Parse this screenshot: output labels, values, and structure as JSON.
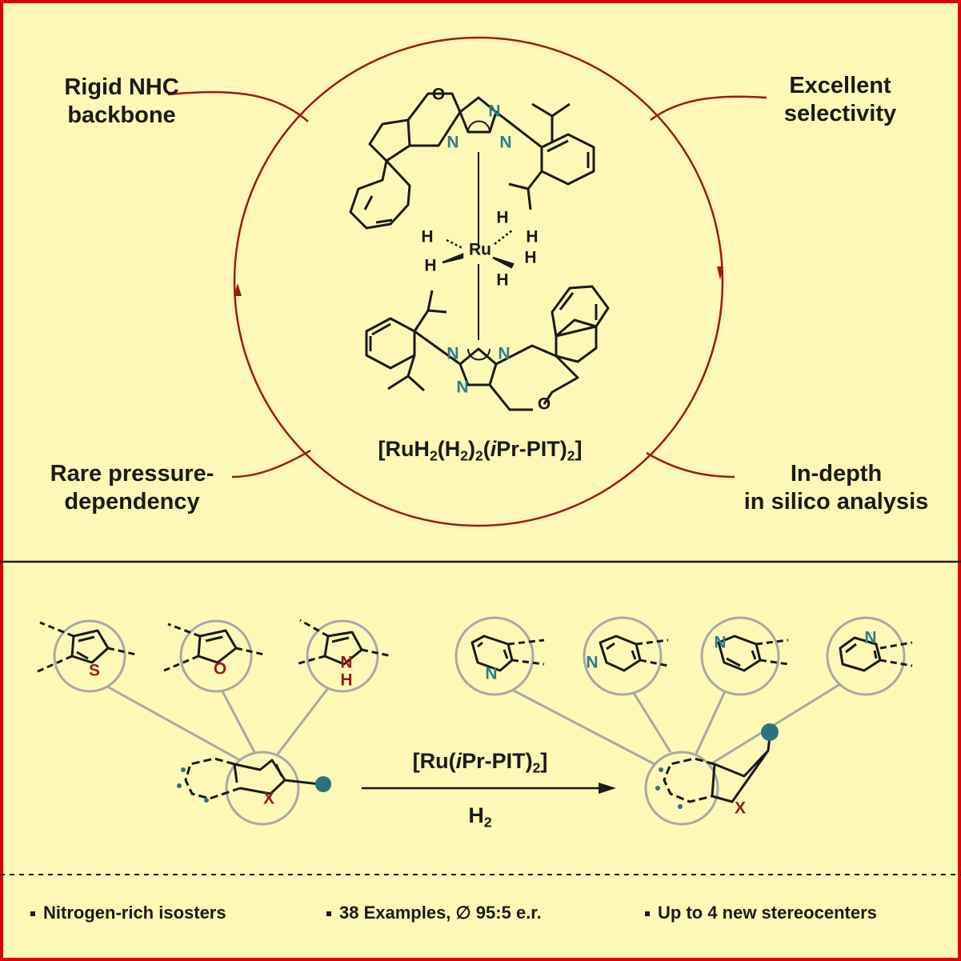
{
  "cycle": {
    "top_left": [
      "Rigid NHC",
      "backbone"
    ],
    "top_right": [
      "Excellent",
      "selectivity"
    ],
    "bottom_left": [
      "Rare pressure-",
      "dependency"
    ],
    "bottom_right": [
      "In-depth",
      "in silico analysis"
    ]
  },
  "complex": {
    "formula_main": "[RuH",
    "formula_sub1": "2",
    "formula_mid1": "(H",
    "formula_sub2": "2",
    "formula_mid2": ")",
    "formula_sub3": "2",
    "formula_mid3": "(",
    "formula_italic": "i",
    "formula_mid4": "Pr-PIT)",
    "formula_sub4": "2",
    "formula_end": "]"
  },
  "atoms": {
    "N": "N",
    "O": "O",
    "H": "H",
    "Ru": "Ru",
    "S": "S",
    "NH_N": "N",
    "NH_H": "H",
    "X": "X"
  },
  "reaction": {
    "catalyst_pre": "[Ru(",
    "catalyst_italic": "i",
    "catalyst_mid": "Pr-PIT)",
    "catalyst_sub": "2",
    "catalyst_end": "]",
    "reagent_main": "H",
    "reagent_sub": "2"
  },
  "features": [
    "Nitrogen-rich isosters",
    "38 Examples, ∅ 95:5 e.r.",
    "Up to 4 new stereocenters"
  ],
  "colors": {
    "frame": "#e00000",
    "background": "#fdf8b5",
    "cycle": "#a01818",
    "nitrogen": "#2e7d8c",
    "heteroatom": "#9b1b1b",
    "circle": "#a8a8a8",
    "dot": "#2e7080"
  },
  "icons": [
    "catalytic-cycle-arrow-icon",
    "reaction-arrow-icon",
    "bullet-icon"
  ]
}
